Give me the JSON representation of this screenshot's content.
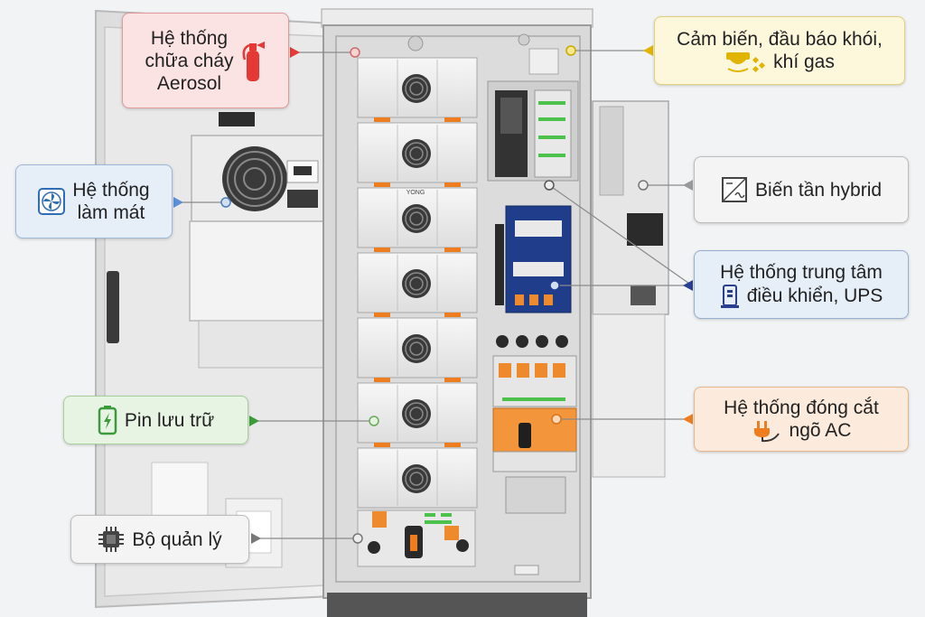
{
  "callouts": {
    "fire": {
      "lines": [
        "Hệ thống",
        "chữa cháy",
        "Aerosol"
      ],
      "icon": "fire-extinguisher-icon",
      "color": "#e53935"
    },
    "cooling": {
      "lines": [
        "Hệ thống",
        "làm mát"
      ],
      "icon": "fan-icon",
      "color": "#2f6db5"
    },
    "battery": {
      "lines": [
        "Pin lưu trữ"
      ],
      "icon": "battery-icon",
      "color": "#3b9b3b"
    },
    "bms": {
      "lines": [
        "Bộ quản lý"
      ],
      "icon": "chip-icon",
      "color": "#555555"
    },
    "sensor": {
      "lines": [
        "Cảm biến, đầu báo khói,",
        "khí gas"
      ],
      "icon": "smoke-detector-icon",
      "color": "#e0b400"
    },
    "inverter": {
      "lines": [
        "Biến tần hybrid"
      ],
      "icon": "inverter-icon",
      "color": "#555555"
    },
    "control": {
      "lines": [
        "Hệ thống trung tâm",
        "điều khiển, UPS"
      ],
      "icon": "ups-icon",
      "color": "#2a3f8f"
    },
    "ac": {
      "lines": [
        "Hệ thống đóng cắt",
        "ngõ AC"
      ],
      "icon": "plug-icon",
      "color": "#ee7d1f"
    }
  },
  "cabinet": {
    "brand": "YONG"
  }
}
